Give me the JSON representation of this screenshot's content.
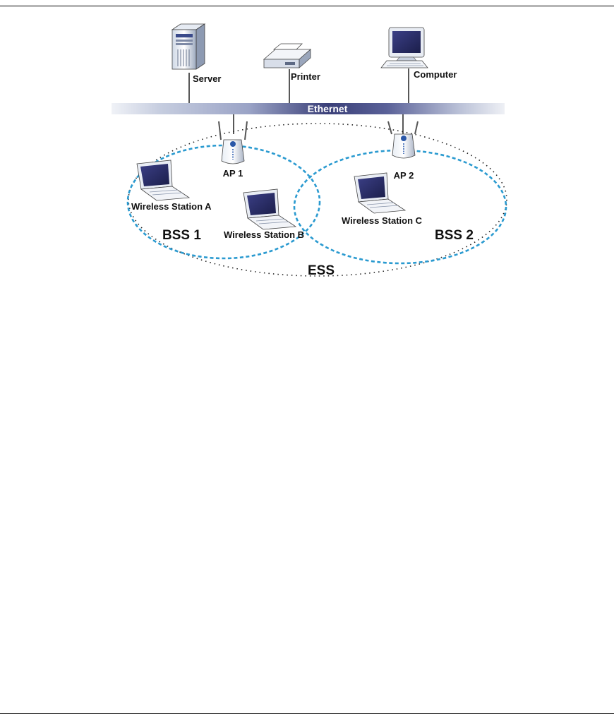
{
  "diagram": {
    "labels": {
      "server": "Server",
      "printer": "Printer",
      "computer": "Computer",
      "ethernet": "Ethernet",
      "ap1": "AP 1",
      "ap2": "AP 2",
      "station_a": "Wireless Station A",
      "station_b": "Wireless Station B",
      "station_c": "Wireless Station C",
      "bss1": "BSS 1",
      "bss2": "BSS 2",
      "ess": "ESS"
    },
    "colors": {
      "bss_ring": "#2a9ad0",
      "ethernet_dark": "#3a3f78",
      "ethernet_light": "#dfe3ee",
      "ess_ring": "#222222"
    }
  }
}
